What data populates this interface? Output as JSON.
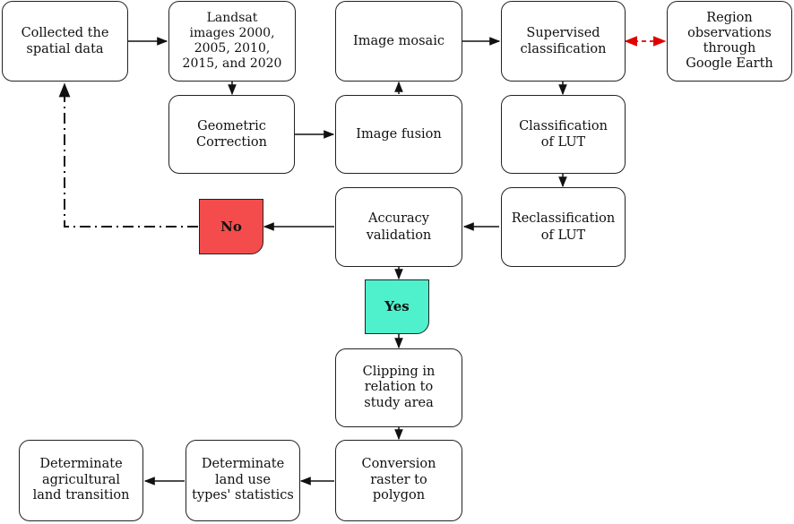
{
  "boxes": {
    "collected": "Collected the\nspatial data",
    "landsat": "Landsat\nimages 2000,\n2005, 2010,\n2015, and 2020",
    "geometric": "Geometric\nCorrection",
    "fusion": "Image fusion",
    "mosaic": "Image mosaic",
    "supervised": "Supervised\nclassification",
    "region": "Region\nobservations\nthrough\nGoogle Earth",
    "classification_lut": "Classification\nof LUT",
    "reclassification_lut": "Reclassification\nof LUT",
    "accuracy": "Accuracy\nvalidation",
    "no": "No",
    "yes": "Yes",
    "clipping": "Clipping in\nrelation to\nstudy area",
    "conversion": "Conversion\nraster to\npolygon",
    "statistics": "Determinate\nland use\ntypes' statistics",
    "transition": "Determinate\nagricultural\nland transition"
  },
  "colors": {
    "no_fill": "#f44c4c",
    "yes_fill": "#4ff0cc",
    "dashed_arrow": "#e00000",
    "stroke": "#222222"
  }
}
